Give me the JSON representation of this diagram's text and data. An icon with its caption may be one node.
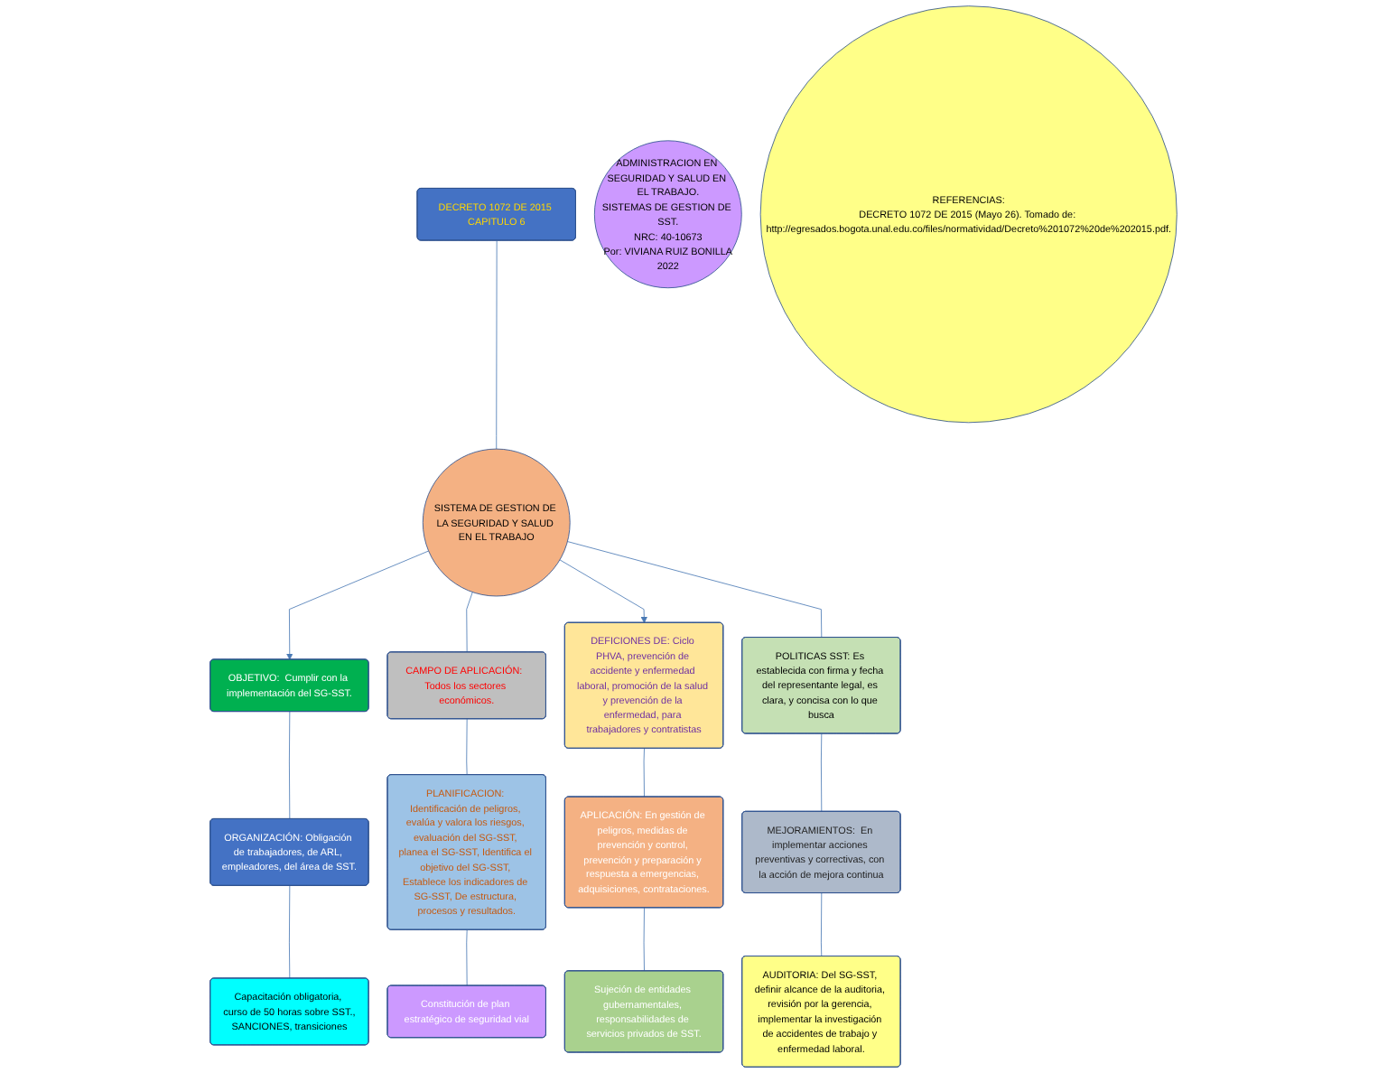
{
  "diagram": {
    "nodes": [
      {
        "text": [
          "DECRETO 1072 DE 2015 CAPITULO 6"
        ]
      },
      {
        "text": [
          "ADMINISTRACION EN SEGURIDAD Y SALUD EN EL TRABAJO.",
          "SISTEMAS DE GESTION DE SST.",
          "NRC: 40-10673",
          "Por: VIVIANA RUIZ BONILLA",
          "2022"
        ]
      },
      {
        "text": [
          "REFERENCIAS:",
          "DECRETO 1072 DE 2015 (Mayo 26). Tomado de: http://egresados.bogota.unal.edu.co/files/normatividad/Decreto%201072%20de%202015.pdf."
        ]
      },
      {
        "text": [
          "SISTEMA DE GESTION DE LA SEGURIDAD Y SALUD EN EL TRABAJO"
        ]
      },
      {
        "text": [
          "OBJETIVO:  Cumplir con la implementación del SG-SST."
        ]
      },
      {
        "text": [
          "CAMPO DE APLICACIÓN:  Todos los sectores económicos."
        ]
      },
      {
        "text": [
          "DEFICIONES DE: Ciclo PHVA, prevención de accidente y enfermedad laboral, promoción de la salud y prevención de la enfermedad, para trabajadores y contratistas"
        ]
      },
      {
        "text": [
          "POLITICAS SST: Es establecida con firma y fecha del representante legal, es clara, y concisa con lo que busca"
        ]
      },
      {
        "text": [
          "ORGANIZACIÓN: Obligación de trabajadores, de ARL, empleadores, del área de SST."
        ]
      },
      {
        "text": [
          "PLANIFICACION: Identificación de peligros, evalúa y valora los riesgos, evaluación del SG-SST, planea el SG-SST, Identifica el objetivo del SG-SST, Establece los indicadores de SG-SST, De estructura, procesos y resultados."
        ]
      },
      {
        "text": [
          "APLICACIÓN: En gestión de peligros, medidas de prevención y control, prevención y preparación y respuesta a emergencias, adquisiciones, contrataciones."
        ]
      },
      {
        "text": [
          "MEJORAMIENTOS:  En implementar acciones preventivas y correctivas, con la acción de mejora continua"
        ]
      },
      {
        "text": [
          "Capacitación obligatoria, curso de 50 horas sobre SST.,",
          "SANCIONES, transiciones"
        ]
      },
      {
        "text": [
          "Constitución de plan estratégico de seguridad vial"
        ]
      },
      {
        "text": [
          "Sujeción de entidades gubernamentales, responsabilidades de servicios privados de SST."
        ]
      },
      {
        "text": [
          "AUDITORIA: Del SG-SST, definir alcance de la auditoria, revisión por la gerencia, implementar la investigación de accidentes de trabajo y enfermedad laboral."
        ]
      }
    ],
    "edges": [
      {
        "from": 0,
        "to": 3,
        "arrow": "none"
      },
      {
        "from": 3,
        "to": 4,
        "arrow": "to"
      },
      {
        "from": 3,
        "to": 5,
        "arrow": "none"
      },
      {
        "from": 3,
        "to": 6,
        "arrow": "to"
      },
      {
        "from": 3,
        "to": 7,
        "arrow": "none"
      },
      {
        "from": 4,
        "to": 8,
        "arrow": "none"
      },
      {
        "from": 8,
        "to": 12,
        "arrow": "none"
      },
      {
        "from": 5,
        "to": 9,
        "arrow": "none"
      },
      {
        "from": 9,
        "to": 13,
        "arrow": "none"
      },
      {
        "from": 6,
        "to": 10,
        "arrow": "none"
      },
      {
        "from": 10,
        "to": 14,
        "arrow": "none"
      },
      {
        "from": 7,
        "to": 11,
        "arrow": "none"
      },
      {
        "from": 11,
        "to": 15,
        "arrow": "none"
      }
    ]
  }
}
